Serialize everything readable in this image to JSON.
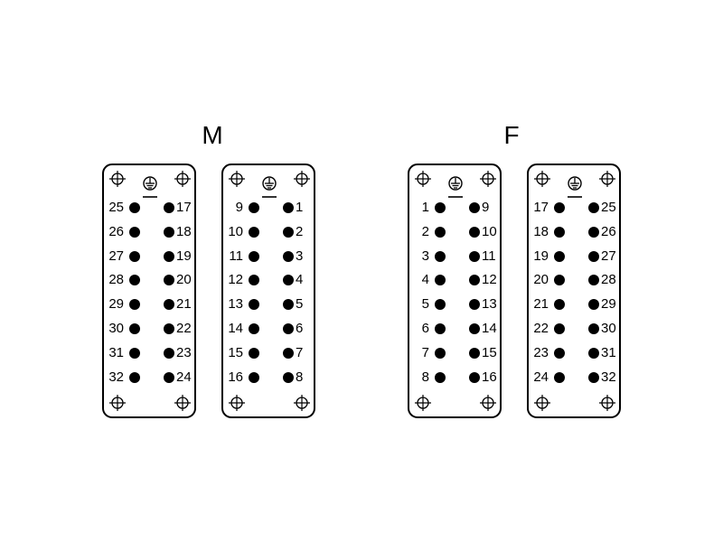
{
  "groups": [
    {
      "title": "M",
      "panels": [
        {
          "left_labels": [
            "25",
            "26",
            "27",
            "28",
            "29",
            "30",
            "31",
            "32"
          ],
          "right_labels": [
            "17",
            "18",
            "19",
            "20",
            "21",
            "22",
            "23",
            "24"
          ]
        },
        {
          "left_labels": [
            "9",
            "10",
            "11",
            "12",
            "13",
            "14",
            "15",
            "16"
          ],
          "right_labels": [
            "1",
            "2",
            "3",
            "4",
            "5",
            "6",
            "7",
            "8"
          ]
        }
      ]
    },
    {
      "title": "F",
      "panels": [
        {
          "left_labels": [
            "1",
            "2",
            "3",
            "4",
            "5",
            "6",
            "7",
            "8"
          ],
          "right_labels": [
            "9",
            "10",
            "11",
            "12",
            "13",
            "14",
            "15",
            "16"
          ]
        },
        {
          "left_labels": [
            "17",
            "18",
            "19",
            "20",
            "21",
            "22",
            "23",
            "24"
          ],
          "right_labels": [
            "25",
            "26",
            "27",
            "28",
            "29",
            "30",
            "31",
            "32"
          ]
        }
      ]
    }
  ],
  "icons": {
    "mount": "mounting-hole-icon",
    "ground": "ground-symbol-icon"
  }
}
